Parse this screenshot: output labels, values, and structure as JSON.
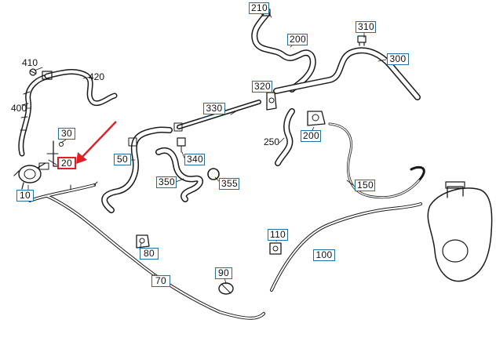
{
  "callouts": {
    "c210": "210",
    "c200a": "200",
    "c310": "310",
    "c300": "300",
    "c410": "410",
    "c420": "420",
    "c400": "400",
    "c320": "320",
    "c330": "330",
    "c30": "30",
    "c20": "20",
    "c50": "50",
    "c340": "340",
    "c350": "350",
    "c355": "355",
    "c250": "250",
    "c200b": "200",
    "c150": "150",
    "c10": "10",
    "c110": "110",
    "c100": "100",
    "c80": "80",
    "c90": "90",
    "c70": "70"
  },
  "highlight": {
    "callout": "20",
    "arrow_color": "#e01e24"
  },
  "colors": {
    "callout_border": "#1f6fa8",
    "line_art": "#1a1a1a"
  }
}
